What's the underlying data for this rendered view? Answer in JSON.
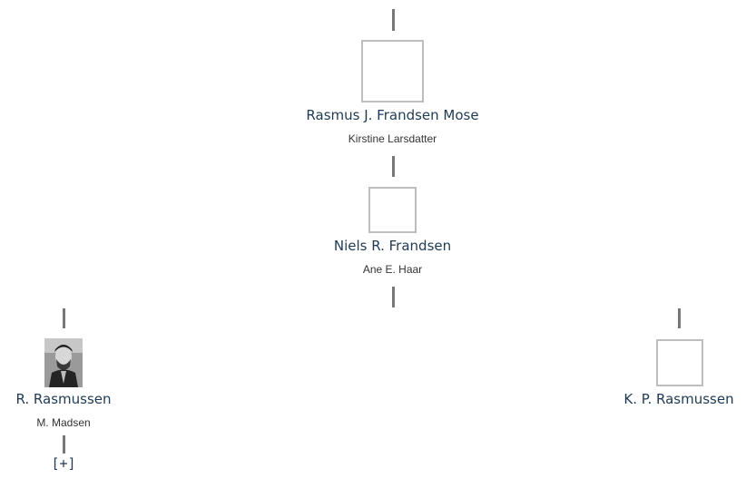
{
  "tree": {
    "generation_1": {
      "person": "Rasmus J. Frandsen Mose",
      "spouse": "Kirstine Larsdatter"
    },
    "generation_2": {
      "person": "Niels R. Frandsen",
      "spouse": "Ane E. Haar"
    },
    "children": [
      {
        "person": "R. Rasmussen",
        "spouse": "M. Madsen",
        "expand_label": "[+]",
        "has_photo": true
      },
      {
        "person": "K. P. Rasmussen",
        "has_photo": false
      }
    ]
  },
  "colors": {
    "name_text": "#1f3a52",
    "spouse_text": "#333333",
    "connector": "#777777",
    "photo_border": "#bdbdbd"
  }
}
